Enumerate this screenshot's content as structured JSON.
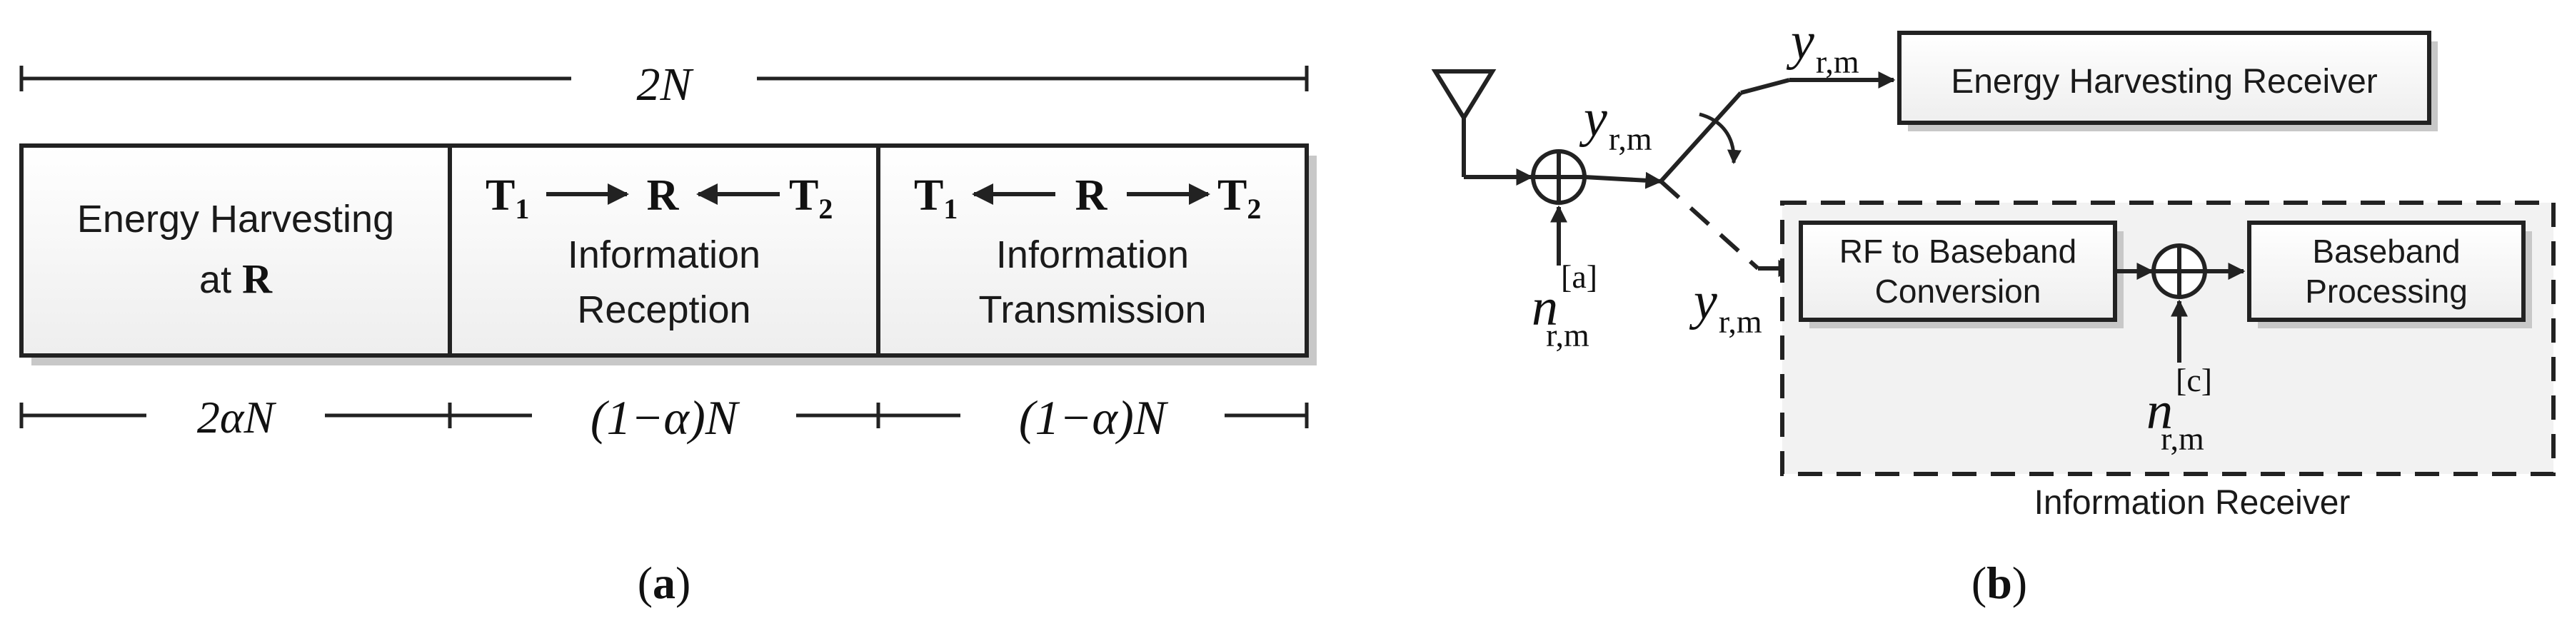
{
  "panel_a": {
    "caption_letter": "a",
    "total_length_label": "2N",
    "segments": [
      {
        "line1": "Energy Harvesting",
        "line2_prefix": "at ",
        "line2_bold": "R",
        "duration": "2αN"
      },
      {
        "arrow_left": "T",
        "arrow_left_sub": "1",
        "arrow_mid": "R",
        "arrow_right": "T",
        "arrow_right_sub": "2",
        "line1": "Information",
        "line2": "Reception",
        "duration": "(1−α)N"
      },
      {
        "arrow_left": "T",
        "arrow_left_sub": "1",
        "arrow_mid": "R",
        "arrow_right": "T",
        "arrow_right_sub": "2",
        "line1": "Information",
        "line2": "Transmission",
        "duration": "(1−α)N"
      }
    ]
  },
  "panel_b": {
    "caption_letter": "b",
    "signal_symbol": "y",
    "signal_subscript": "r,m",
    "noise_symbol": "n",
    "noise_a_superscript": "[a]",
    "noise_c_superscript": "[c]",
    "noise_subscript": "r,m",
    "eh_receiver_label": "Energy Harvesting Receiver",
    "rf_block_line1": "RF to Baseband",
    "rf_block_line2": "Conversion",
    "bb_block_line1": "Baseband",
    "bb_block_line2": "Processing",
    "info_receiver_label": "Information Receiver"
  }
}
